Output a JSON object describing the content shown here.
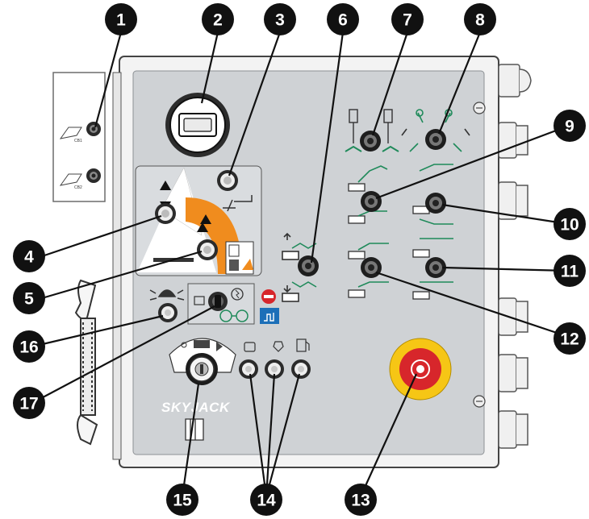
{
  "diagram": {
    "brand_label": "SKYJACK",
    "colors": {
      "callout_fill": "#111111",
      "panel_face": "#cfd2d5",
      "enclosure": "#f2f2f2",
      "estop_red": "#d7262b",
      "estop_yellow": "#f6c615",
      "orange": "#f08c1e",
      "accent_green": "#1f8a5a",
      "icon_blue": "#1c6fb8"
    },
    "callouts": [
      {
        "number": "1"
      },
      {
        "number": "2"
      },
      {
        "number": "3"
      },
      {
        "number": "4"
      },
      {
        "number": "5"
      },
      {
        "number": "6"
      },
      {
        "number": "7"
      },
      {
        "number": "8"
      },
      {
        "number": "9"
      },
      {
        "number": "10"
      },
      {
        "number": "11"
      },
      {
        "number": "12"
      },
      {
        "number": "13"
      },
      {
        "number": "14"
      },
      {
        "number": "15"
      },
      {
        "number": "16"
      },
      {
        "number": "17"
      }
    ],
    "side_port_labels": [
      "CB1",
      "CB2"
    ],
    "icons": [
      "circuit-breaker-icon",
      "tilt-alarm-icon",
      "hour-meter-icon",
      "fuel-icon",
      "glow-plug-icon",
      "lift-drive-icon",
      "platform-up-down-icon",
      "jib-raise-lower-icon",
      "steer-icon",
      "emergency-stop-icon"
    ]
  }
}
